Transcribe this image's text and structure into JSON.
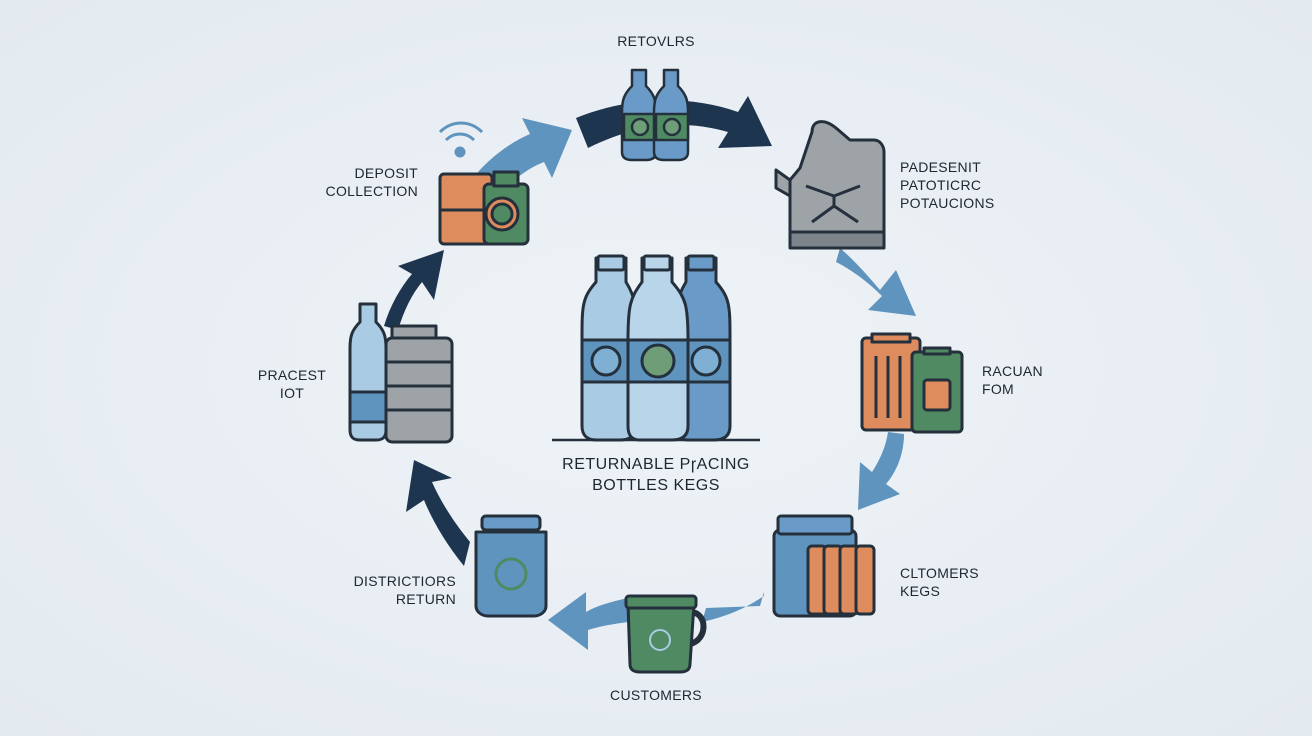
{
  "diagram": {
    "center": {
      "line1": "RETURNABLE PɼACING",
      "line2": "BOTTLES KEGS",
      "icon": "returnable-bottles-icon"
    },
    "stages": [
      {
        "id": "top",
        "line1": "RETOVLRS",
        "line2": "",
        "icon": "two-bottles-icon"
      },
      {
        "id": "upper-right",
        "line1": "PADESENIT",
        "line2": "PATOTICRC",
        "line3": "POTAUCIONS",
        "icon": "jerrycan-icon"
      },
      {
        "id": "right",
        "line1": "RACUAN",
        "line2": "FOM",
        "icon": "kegs-icon"
      },
      {
        "id": "lower-right",
        "line1": "CLTOMERS",
        "line2": "KEGS",
        "icon": "keg-stack-icon"
      },
      {
        "id": "bottom",
        "line1": "CUSTOMERS",
        "line2": "",
        "icon": "mug-icon"
      },
      {
        "id": "lower-left",
        "line1": "DISTRICTIORS",
        "line2": "RETURN",
        "icon": "recycle-jar-icon"
      },
      {
        "id": "left",
        "line1": "PRACEST",
        "line2": "IOT",
        "icon": "bottle-keg-icon"
      },
      {
        "id": "upper-left",
        "line1": "DEPOSIT",
        "line2": "COLLECTION",
        "icon": "deposit-bins-icon"
      }
    ],
    "colors": {
      "navy": "#1e3550",
      "blue": "#5f94bf",
      "light_blue": "#a9cbe4",
      "orange": "#de8b5e",
      "green": "#4f8a63",
      "gray": "#9ea3a8",
      "outline": "#24303c"
    }
  }
}
